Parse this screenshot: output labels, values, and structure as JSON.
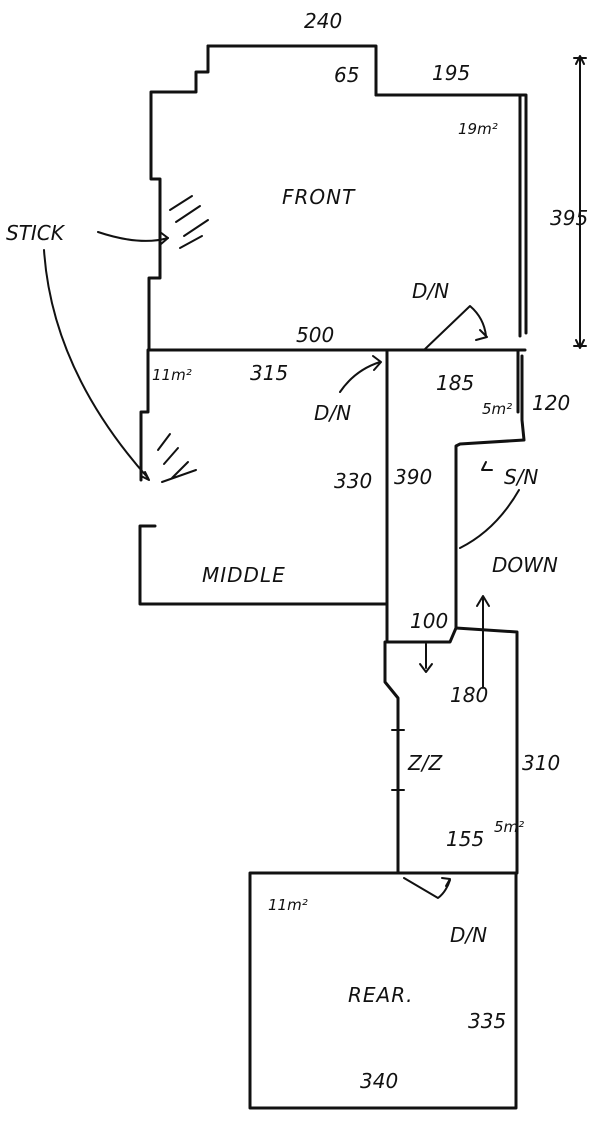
{
  "labels": {
    "stick": "STICK",
    "front_room": "FRONT",
    "middle_room": "MIDDLE",
    "rear_room": "REAR.",
    "down": "DOWN",
    "door_dn_front": "D/N",
    "door_dn_middle": "D/N",
    "door_dn_rear": "D/N",
    "door_sn": "S/N",
    "zz": "Z/Z"
  },
  "dimensions": {
    "top_240": "240",
    "notch_65": "65",
    "top_195": "195",
    "height_395": "395",
    "area_front": "19m²",
    "width_500": "500",
    "area_middle": "11m²",
    "middle_315": "315",
    "hall_185": "185",
    "hall_120": "120",
    "area_5m_hall": "5m²",
    "middle_330": "330",
    "hall_390": "390",
    "step_100": "100",
    "stair_180": "180",
    "rear_310": "310",
    "rear_155": "155",
    "area_5m_rear": "5m²",
    "area_rear": "11m²",
    "rear_335": "335",
    "rear_340": "340"
  }
}
